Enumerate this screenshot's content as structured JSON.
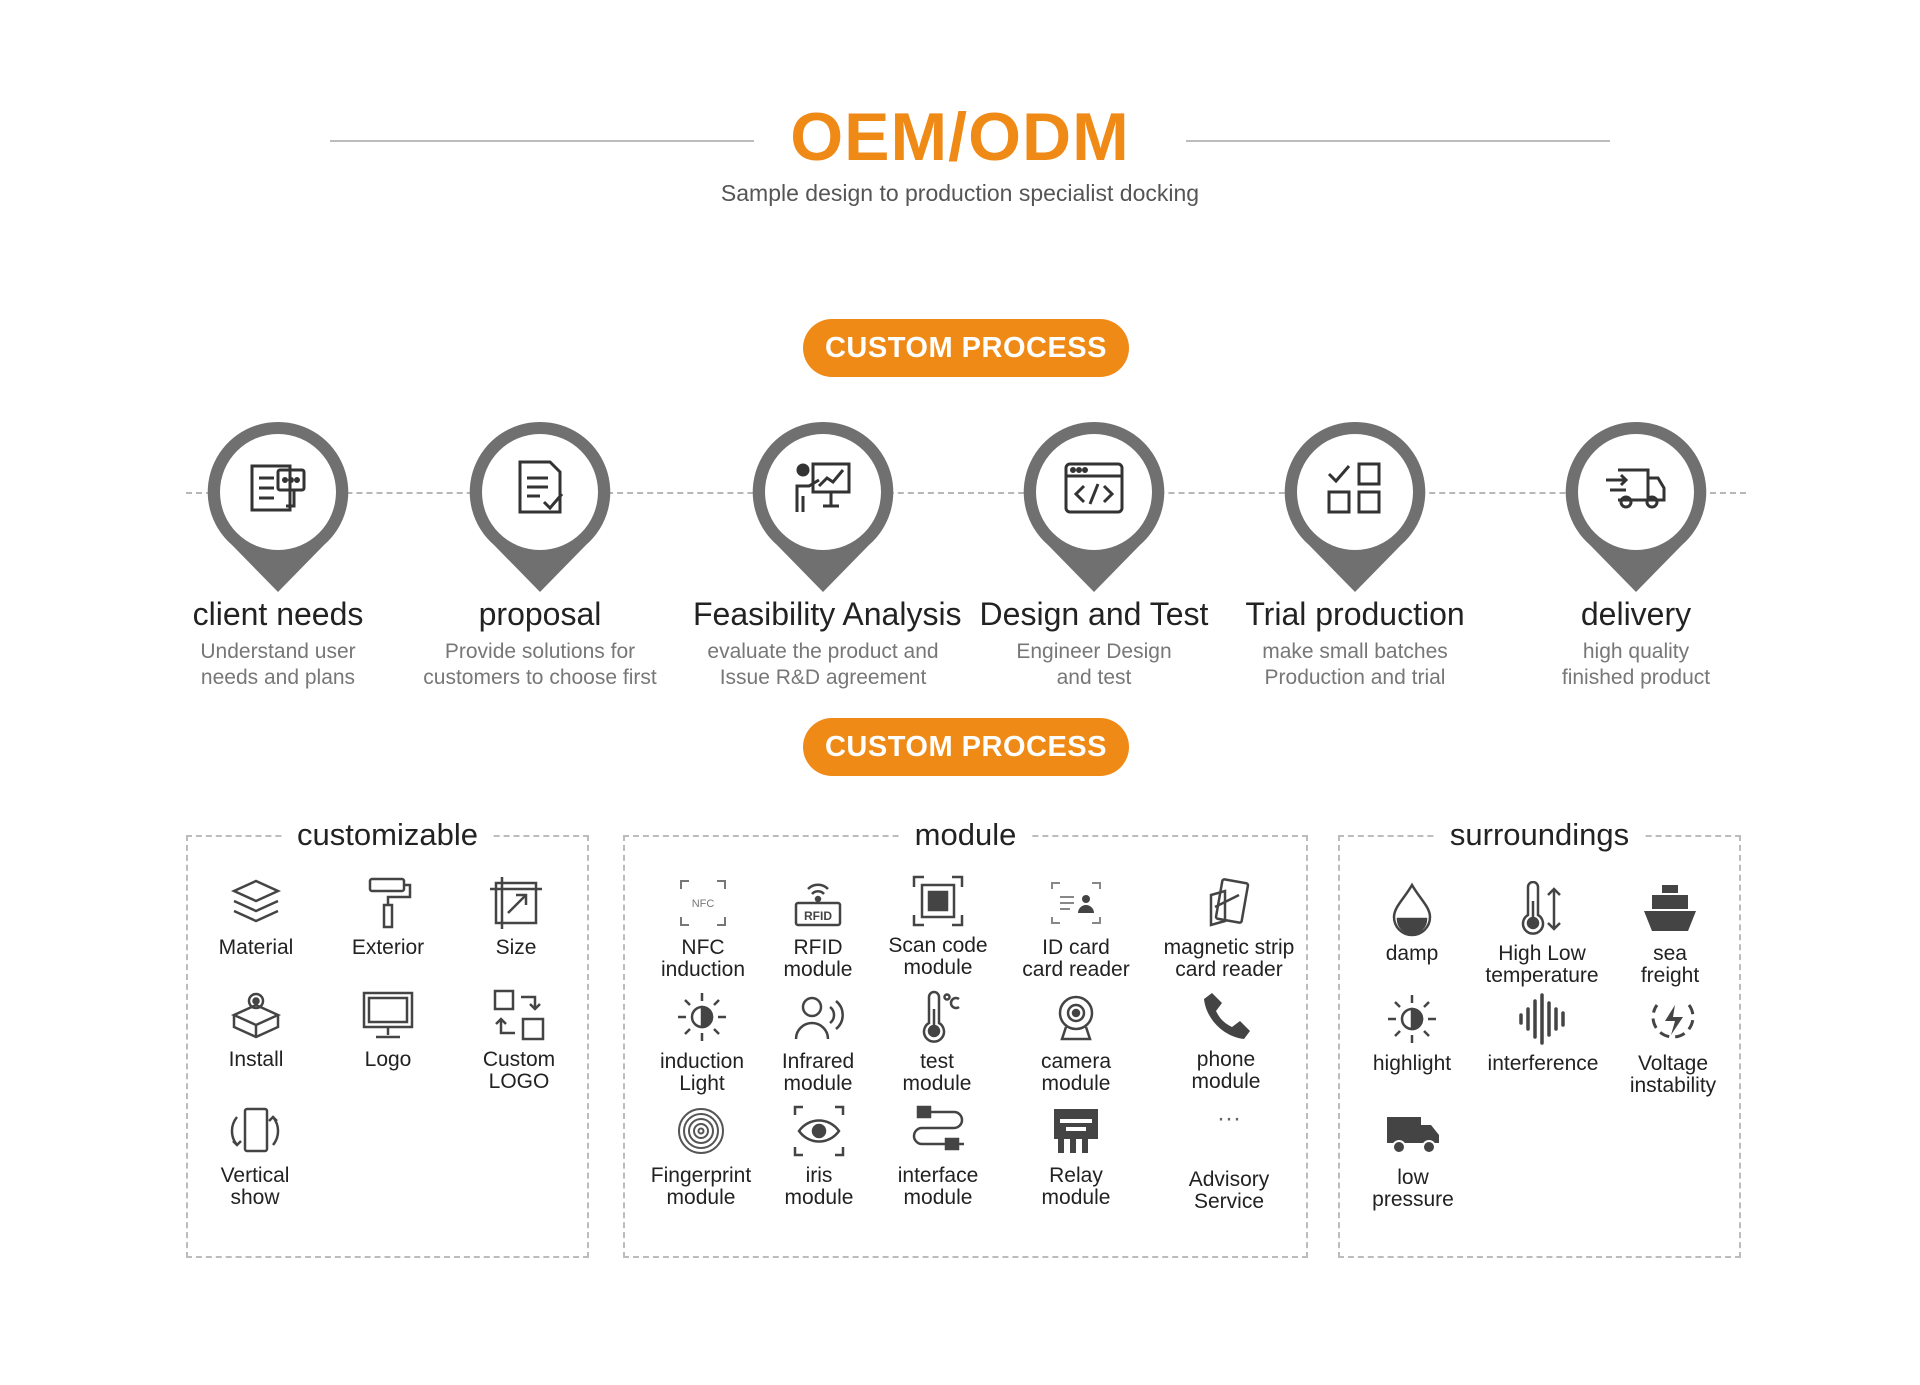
{
  "header": {
    "title": "OEM/ODM",
    "subtitle": "Sample design to production specialist docking"
  },
  "pill_1": "CUSTOM PROCESS",
  "pill_2": "CUSTOM PROCESS",
  "steps": [
    {
      "title": "client needs",
      "desc": "Understand user\nneeds and plans",
      "icon": "requirement-doc-icon"
    },
    {
      "title": "proposal",
      "desc": "Provide solutions for\ncustomers to choose first",
      "icon": "checklist-icon"
    },
    {
      "title": "Feasibility Analysis",
      "desc": "evaluate the product and\nIssue R&D agreement",
      "icon": "presentation-icon"
    },
    {
      "title": "Design and Test",
      "desc": "Engineer Design\nand test",
      "icon": "code-window-icon"
    },
    {
      "title": "Trial production",
      "desc": "make small batches\nProduction and trial",
      "icon": "grid-check-icon"
    },
    {
      "title": "delivery",
      "desc": "high quality\nfinished product",
      "icon": "delivery-truck-icon"
    }
  ],
  "panels": {
    "customizable": {
      "title": "customizable",
      "items": [
        {
          "label": "Material",
          "icon": "layers-icon"
        },
        {
          "label": "Exterior",
          "icon": "paint-roller-icon"
        },
        {
          "label": "Size",
          "icon": "resize-icon"
        },
        {
          "label": "Install",
          "icon": "box-gear-icon"
        },
        {
          "label": "Logo",
          "icon": "monitor-icon"
        },
        {
          "label": "Custom\nLOGO",
          "icon": "custom-logo-icon"
        },
        {
          "label": "Vertical\nshow",
          "icon": "rotate-screen-icon"
        }
      ]
    },
    "module": {
      "title": "module",
      "items": [
        {
          "label": "NFC\ninduction",
          "icon": "nfc-icon"
        },
        {
          "label": "RFID\nmodule",
          "icon": "rfid-icon"
        },
        {
          "label": "Scan code\nmodule",
          "icon": "scan-code-icon"
        },
        {
          "label": "ID card\ncard reader",
          "icon": "id-card-icon"
        },
        {
          "label": "magnetic strip\ncard reader",
          "icon": "magnetic-card-icon"
        },
        {
          "label": "induction\nLight",
          "icon": "light-sensor-icon"
        },
        {
          "label": "Infrared\nmodule",
          "icon": "infrared-person-icon"
        },
        {
          "label": "test\nmodule",
          "icon": "thermometer-icon"
        },
        {
          "label": "camera\nmodule",
          "icon": "camera-icon"
        },
        {
          "label": "phone\nmodule",
          "icon": "phone-icon"
        },
        {
          "label": "Fingerprint\nmodule",
          "icon": "fingerprint-icon"
        },
        {
          "label": "iris\nmodule",
          "icon": "eye-icon"
        },
        {
          "label": "interface\nmodule",
          "icon": "cable-icon"
        },
        {
          "label": "Relay\nmodule",
          "icon": "relay-icon"
        },
        {
          "label": "Advisory\nService",
          "icon": "more-icon",
          "glyph": "···"
        }
      ]
    },
    "surroundings": {
      "title": "surroundings",
      "items": [
        {
          "label": "damp",
          "icon": "water-drop-icon"
        },
        {
          "label": "High Low\ntemperature",
          "icon": "temperature-icon"
        },
        {
          "label": "sea\nfreight",
          "icon": "ship-icon"
        },
        {
          "label": "highlight",
          "icon": "sun-icon"
        },
        {
          "label": "interference",
          "icon": "soundwave-icon"
        },
        {
          "label": "Voltage\ninstability",
          "icon": "voltage-icon"
        },
        {
          "label": "low\npressure",
          "icon": "truck-icon"
        }
      ]
    }
  },
  "colors": {
    "accent": "#f08a17",
    "pin": "#707070",
    "text": "#222222",
    "muted": "#777777"
  }
}
